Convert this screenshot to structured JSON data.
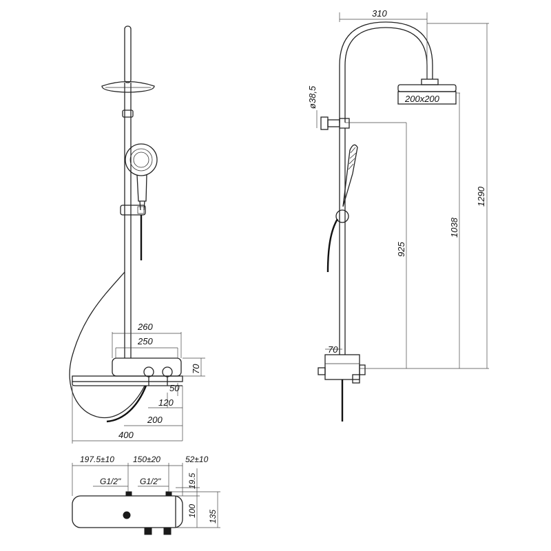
{
  "front_view": {
    "dim_260": "260",
    "dim_250": "250",
    "dim_70": "70",
    "dim_50": "50",
    "dim_120": "120",
    "dim_200": "200",
    "dim_400": "400"
  },
  "side_view": {
    "dim_310": "310",
    "dim_200x200": "200x200",
    "dim_diameter": "ø38,5",
    "dim_1290": "1290",
    "dim_1038": "1038",
    "dim_925": "925",
    "dim_70": "70"
  },
  "top_view": {
    "dim_197_5": "197.5±10",
    "dim_150": "150±20",
    "dim_52": "52±10",
    "g_left": "G1/2\"",
    "g_right": "G1/2\"",
    "dim_19_5": "19.5",
    "dim_100": "100",
    "dim_135": "135"
  }
}
